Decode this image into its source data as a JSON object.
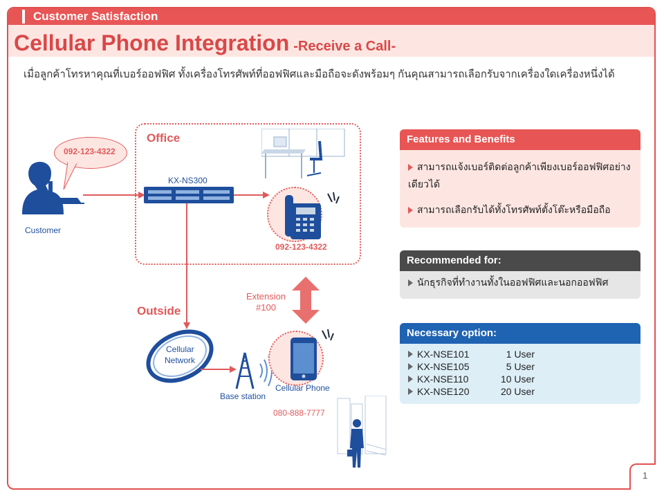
{
  "header": {
    "section_label": "Customer Satisfaction",
    "title": "Cellular Phone Integration",
    "subtitle": "-Receive a Call-"
  },
  "description": "เมื่อลูกค้าโทรหาคุณที่เบอร์ออฟฟิศ ทั้งเครื่องโทรศัพท์ที่ออฟฟิศและมือถือจะดังพร้อมๆ กันคุณสามารถเลือกรับจากเครื่องใดเครื่องหนึ่งได้",
  "diagram": {
    "customer_number": "092-123-4322",
    "customer_label": "Customer",
    "office_label": "Office",
    "pbx_label": "KX-NS300",
    "office_phone_number": "092-123-4322",
    "outside_label": "Outside",
    "extension_label": "Extension",
    "extension_number": "#100",
    "cellular_network_label_1": "Cellular",
    "cellular_network_label_2": "Network",
    "base_station_label": "Base station",
    "cellular_phone_label": "Cellular Phone",
    "cellular_number": "080-888-7777"
  },
  "features": {
    "title": "Features and Benefits",
    "items": [
      "สามารถแจ้งเบอร์ติดต่อลูกค้าเพียงเบอร์ออฟฟิศอย่างเดียวได้",
      "สามารถเลือกรับได้ทั้งโทรศัพท์ตั้งโต๊ะหรือมือถือ"
    ]
  },
  "recommended": {
    "title": "Recommended for:",
    "items": [
      "นักธุรกิจที่ทำงานทั้งในออฟฟิศและนอกออฟฟิศ"
    ]
  },
  "necessary": {
    "title": "Necessary option:",
    "items": [
      {
        "code": "KX-NSE101",
        "users": "1 User"
      },
      {
        "code": "KX-NSE105",
        "users": "5 User"
      },
      {
        "code": "KX-NSE110",
        "users": "10 User"
      },
      {
        "code": "KX-NSE120",
        "users": "20 User"
      }
    ]
  },
  "page_number": "1",
  "colors": {
    "accent_red": "#e85555",
    "panel_red_bg": "#fde6e2",
    "panel_dark": "#4a4a4a",
    "panel_gray_bg": "#e6e6e6",
    "panel_blue": "#1f63b3",
    "panel_blue_bg": "#ddeef7",
    "diagram_blue": "#1f4e9c"
  }
}
